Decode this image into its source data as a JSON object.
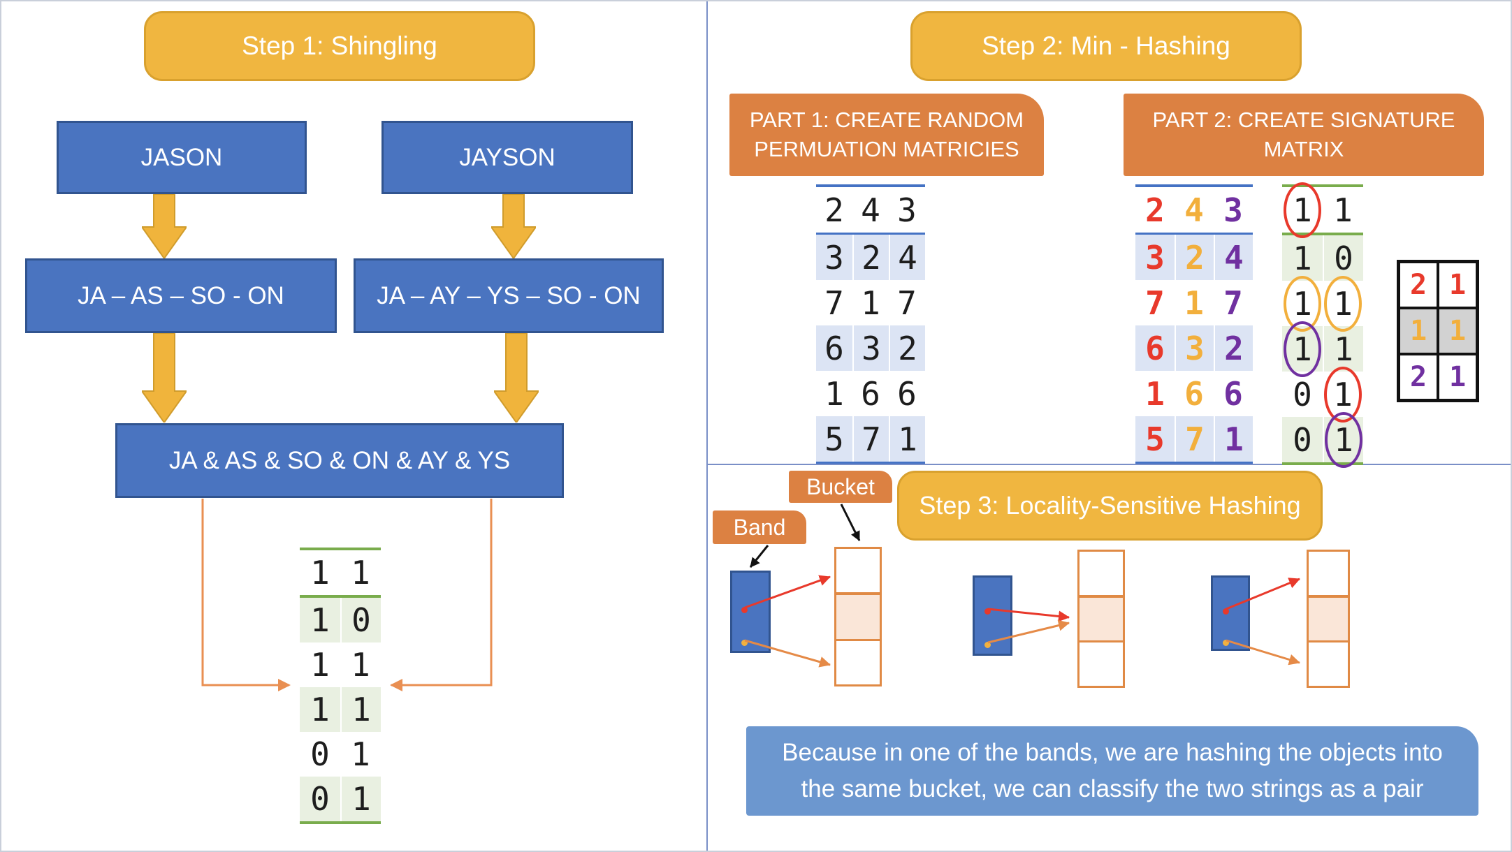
{
  "left": {
    "step_title": "Step 1: Shingling",
    "doc1": "JASON",
    "doc2": "JAYSON",
    "shingles1": "JA – AS – SO - ON",
    "shingles2": "JA – AY – YS – SO - ON",
    "union_label": "JA & AS & SO & ON & AY & YS",
    "char_matrix": {
      "rows": [
        [
          "1",
          "1"
        ],
        [
          "1",
          "0"
        ],
        [
          "1",
          "1"
        ],
        [
          "1",
          "1"
        ],
        [
          "0",
          "1"
        ],
        [
          "0",
          "1"
        ]
      ]
    }
  },
  "right": {
    "step2_title": "Step 2: Min - Hashing",
    "part1_title": "PART 1: CREATE RANDOM PERMUATION MATRICIES",
    "part2_title": "PART 2: CREATE SIGNATURE MATRIX",
    "perm_matrix": {
      "rows": [
        [
          "2",
          "4",
          "3"
        ],
        [
          "3",
          "2",
          "4"
        ],
        [
          "7",
          "1",
          "7"
        ],
        [
          "6",
          "3",
          "2"
        ],
        [
          "1",
          "6",
          "6"
        ],
        [
          "5",
          "7",
          "1"
        ]
      ]
    },
    "perm_matrix_colored": {
      "rows": [
        [
          "2",
          "4",
          "3"
        ],
        [
          "3",
          "2",
          "4"
        ],
        [
          "7",
          "1",
          "7"
        ],
        [
          "6",
          "3",
          "2"
        ],
        [
          "1",
          "6",
          "6"
        ],
        [
          "5",
          "7",
          "1"
        ]
      ],
      "column_colors": [
        "red",
        "orange",
        "purple"
      ]
    },
    "char_matrix": {
      "rows": [
        [
          "1",
          "1"
        ],
        [
          "1",
          "0"
        ],
        [
          "1",
          "1"
        ],
        [
          "1",
          "1"
        ],
        [
          "0",
          "1"
        ],
        [
          "0",
          "1"
        ]
      ],
      "circles": [
        {
          "row": 0,
          "col": 0,
          "color": "red"
        },
        {
          "row": 2,
          "col": 0,
          "color": "orange"
        },
        {
          "row": 2,
          "col": 1,
          "color": "orange"
        },
        {
          "row": 3,
          "col": 0,
          "color": "purple"
        },
        {
          "row": 4,
          "col": 1,
          "color": "red"
        },
        {
          "row": 5,
          "col": 1,
          "color": "purple"
        }
      ]
    },
    "signature_matrix": {
      "rows": [
        [
          "2",
          "1"
        ],
        [
          "1",
          "1"
        ],
        [
          "2",
          "1"
        ]
      ],
      "row_colors": [
        "red",
        "orange",
        "purple"
      ]
    },
    "step3_title": "Step 3: Locality-Sensitive Hashing",
    "band_label": "Band",
    "bucket_label": "Bucket",
    "conclusion": "Because in one of the bands, we are hashing the objects into the same bucket, we can classify the two strings as a pair"
  },
  "colors": {
    "red": "#E8392B",
    "orange": "#F2AF3C",
    "purple": "#7030A0",
    "gold": "#F0B640",
    "accent_blue": "#4A74C0",
    "accent_orange": "#DC8142",
    "light_blue_box": "#6C97CF",
    "green_line": "#79AC4C"
  }
}
